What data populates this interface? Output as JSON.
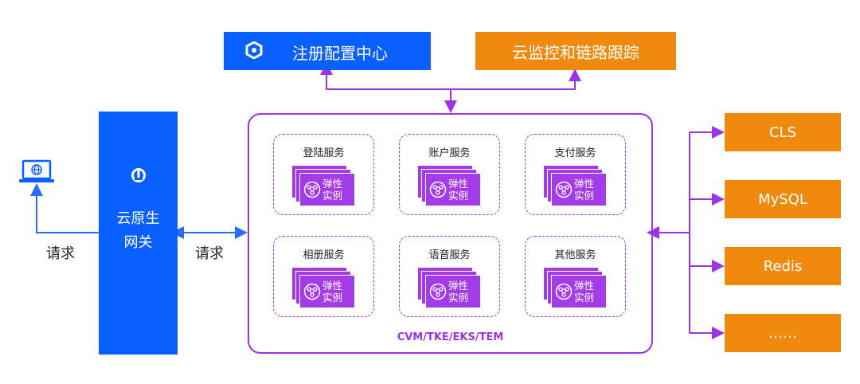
{
  "top": {
    "registry_label": "注册配置中心",
    "monitor_label": "云监控和链路跟踪"
  },
  "gateway": {
    "title": "云原生网关"
  },
  "request_label": "请求",
  "cluster": {
    "label": "CVM/TKE/EKS/TEM",
    "services": [
      {
        "name": "登陆服务",
        "instance": "弹性实例"
      },
      {
        "name": "账户服务",
        "instance": "弹性实例"
      },
      {
        "name": "支付服务",
        "instance": "弹性实例"
      },
      {
        "name": "相册服务",
        "instance": "弹性实例"
      },
      {
        "name": "语音服务",
        "instance": "弹性实例"
      },
      {
        "name": "其他服务",
        "instance": "弹性实例"
      }
    ]
  },
  "datastores": [
    "CLS",
    "MySQL",
    "Redis",
    "……"
  ],
  "colors": {
    "blue": "#0a5fff",
    "orange": "#ef8a0e",
    "purple": "#9b33e6"
  },
  "icons": [
    "laptop-globe-icon",
    "registry-logo-icon",
    "gateway-logo-icon",
    "instance-network-icon"
  ]
}
